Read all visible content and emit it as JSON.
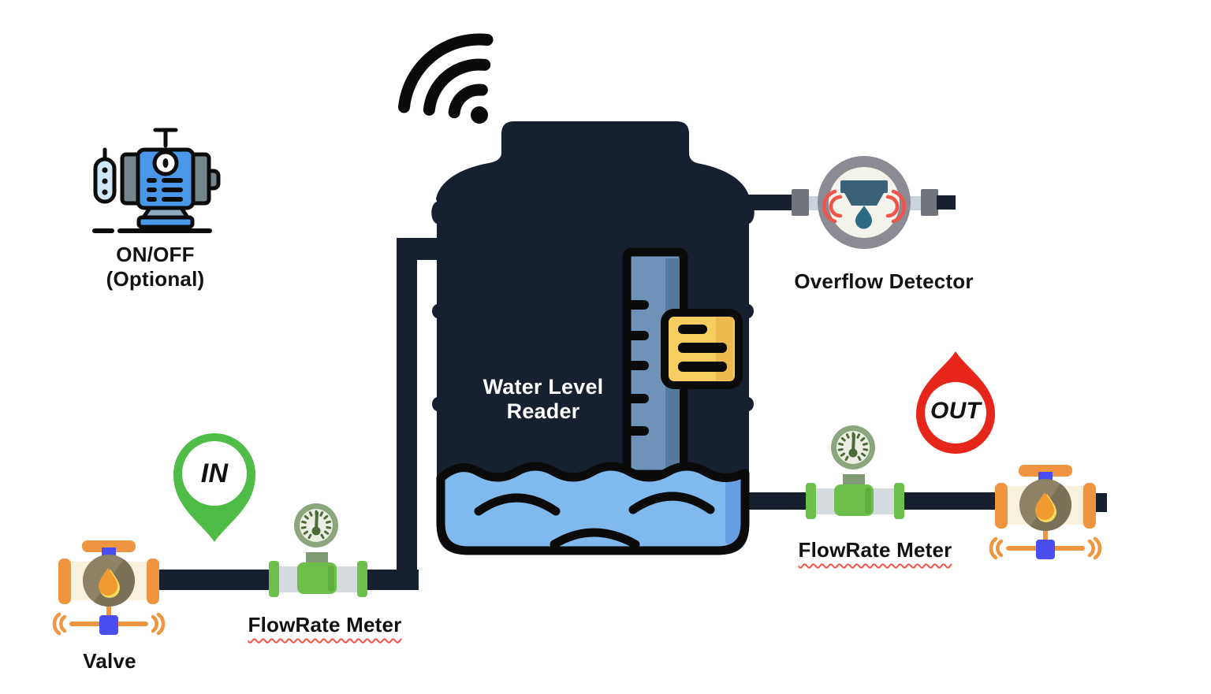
{
  "diagram": {
    "kind": "water-tank-iot-monitoring",
    "labels": {
      "pump": {
        "line1": "ON/OFF",
        "line2": "(Optional)"
      },
      "overflow_detector": "Overflow Detector",
      "water_level_reader": {
        "line1": "Water Level",
        "line2": "Reader"
      },
      "flowrate_meter_in": "FlowRate Meter",
      "flowrate_meter_out": "FlowRate Meter",
      "valve": "Valve",
      "marker_in": "IN",
      "marker_out": "OUT"
    },
    "icons": {
      "wifi-icon": "three black signal arcs with dot, above tank",
      "pump-icon": "blue electric motor (on/off control)",
      "tank-icon": "dark navy water tank silhouette",
      "water-icon": "light blue water with black wave strokes",
      "level-scale-icon": "blue-gray ruler with tick marks inside tank",
      "level-display-icon": "yellow card with black text bars on ruler",
      "overflow-detector-icon": "gray circle with teal sensor, red alert arcs, teal droplet",
      "flow-meter-icon": "green inline pipe meter with round sage gauge",
      "valve-icon": "orange/cream ball valve with oil droplet and blue wireless connector",
      "in-pin-icon": "green map pin marker",
      "out-drop-icon": "red droplet badge"
    }
  },
  "colors": {
    "ink": "#0b0b0b",
    "label-ink": "#121212",
    "white": "#ffffff",
    "navy": "#16202e",
    "water": "#7fb9ee",
    "water-shade": "#689fe2",
    "ruler": "#6f92b8",
    "ruler-shade": "#567a9e",
    "card-yellow": "#f6cd60",
    "card-yellow-shade": "#edb94e",
    "meter-green": "#6cbf4a",
    "meter-green-shade": "#5ead3e",
    "sage": "#8ba57d",
    "sage-dark": "#7f9a74",
    "gauge-face": "#eceee5",
    "gauge-ink": "#4c6b37",
    "pipe-gray": "#d5dade",
    "coupling-gray": "#6f757b",
    "pipe-light": "#c9d4df",
    "pin-green": "#4fbc47",
    "badge-red": "#e6261b",
    "ring-gray": "#8b8b93",
    "detector-face": "#f3f3ec",
    "detector-teal": "#3a6277",
    "alert-red": "#f2544a",
    "drop-teal": "#2d6a86",
    "valve-cream": "#f8f1dd",
    "valve-orange": "#f0953f",
    "valve-olive": "#8d8266",
    "valve-olive-shade": "#7b7058",
    "drop-orange": "#f09b2f",
    "drop-yellow": "#f8de5e",
    "conn-blue": "#4a4ef0",
    "motor-blue": "#4a97ea",
    "motor-gray": "#76848e",
    "motor-light": "#cfe7f6",
    "motor-base": "#8fa9bd"
  }
}
